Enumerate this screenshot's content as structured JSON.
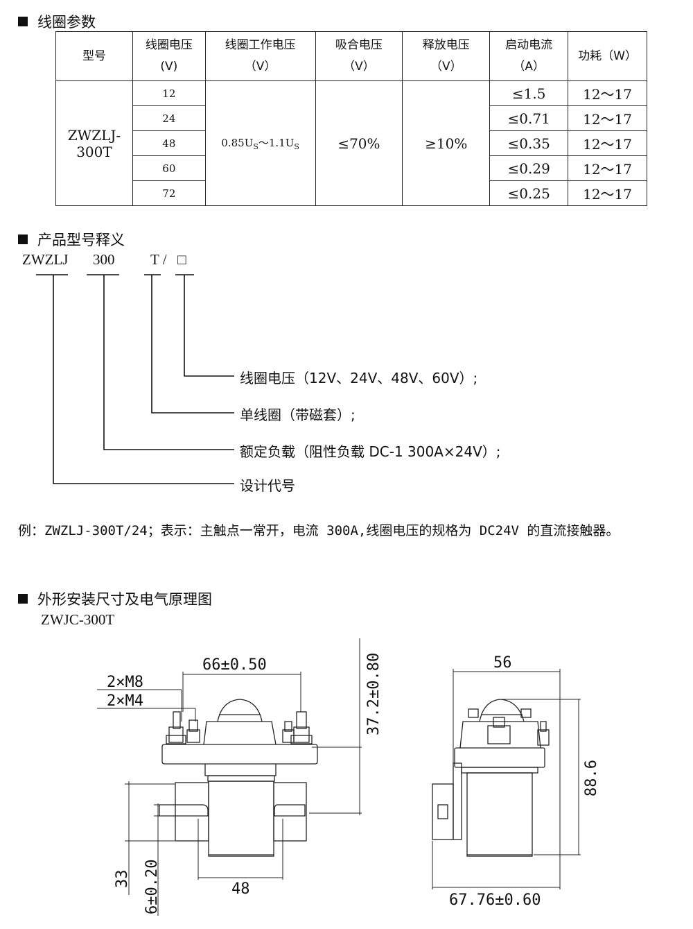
{
  "sections": {
    "coil_params": "线圈参数",
    "model_meaning": "产品型号释义",
    "dimensions": "外形安装尺寸及电气原理图"
  },
  "table": {
    "headers": [
      {
        "line1": "型号",
        "line2": ""
      },
      {
        "line1": "线圈电压",
        "line2": "(V)"
      },
      {
        "line1": "线圈工作电压",
        "line2": "（V）"
      },
      {
        "line1": "吸合电压",
        "line2": "（V）"
      },
      {
        "line1": "释放电压",
        "line2": "（V）"
      },
      {
        "line1": "启动电流",
        "line2": "（A）"
      },
      {
        "line1": "功耗（W）",
        "line2": ""
      }
    ],
    "model_line1": "ZWZLJ-",
    "model_line2": "300T",
    "working_voltage_main": "0.85U",
    "working_voltage_sub1": "S",
    "working_voltage_mid": "～1.1U",
    "working_voltage_sub2": "S",
    "pull_in_voltage": "≤70%",
    "release_voltage": "≥10%",
    "rows": [
      {
        "voltage": "12",
        "current": "≤1.5",
        "power": "12～17"
      },
      {
        "voltage": "24",
        "current": "≤0.71",
        "power": "12～17"
      },
      {
        "voltage": "48",
        "current": "≤0.35",
        "power": "12～17"
      },
      {
        "voltage": "60",
        "current": "≤0.29",
        "power": "12～17"
      },
      {
        "voltage": "72",
        "current": "≤0.25",
        "power": "12～17"
      }
    ]
  },
  "model_code": {
    "part1": "ZWZLJ",
    "part2": "300",
    "part3": "T /",
    "part4": "□",
    "legend": [
      "线圈电压（12V、24V、48V、60V）;",
      "单线圈（带磁套）;",
      "额定负载（阻性负载  DC-1 300A×24V）;",
      "设计代号"
    ]
  },
  "example": "例：ZWZLJ-300T/24；表示：主触点一常开，电流 300A,线圈电压的规格为 DC24V 的直流接触器。",
  "drawing": {
    "model": "ZWJC-300T",
    "dims": {
      "top_width": "66±0.50",
      "m8": "2×M8",
      "m4": "2×M4",
      "height_right": "37.2±0.80",
      "bottom_width": "48",
      "left_33": "33",
      "left_6": "6±0.20",
      "side_width": "56",
      "side_height": "88.6",
      "side_bottom": "67.76±0.60"
    }
  }
}
